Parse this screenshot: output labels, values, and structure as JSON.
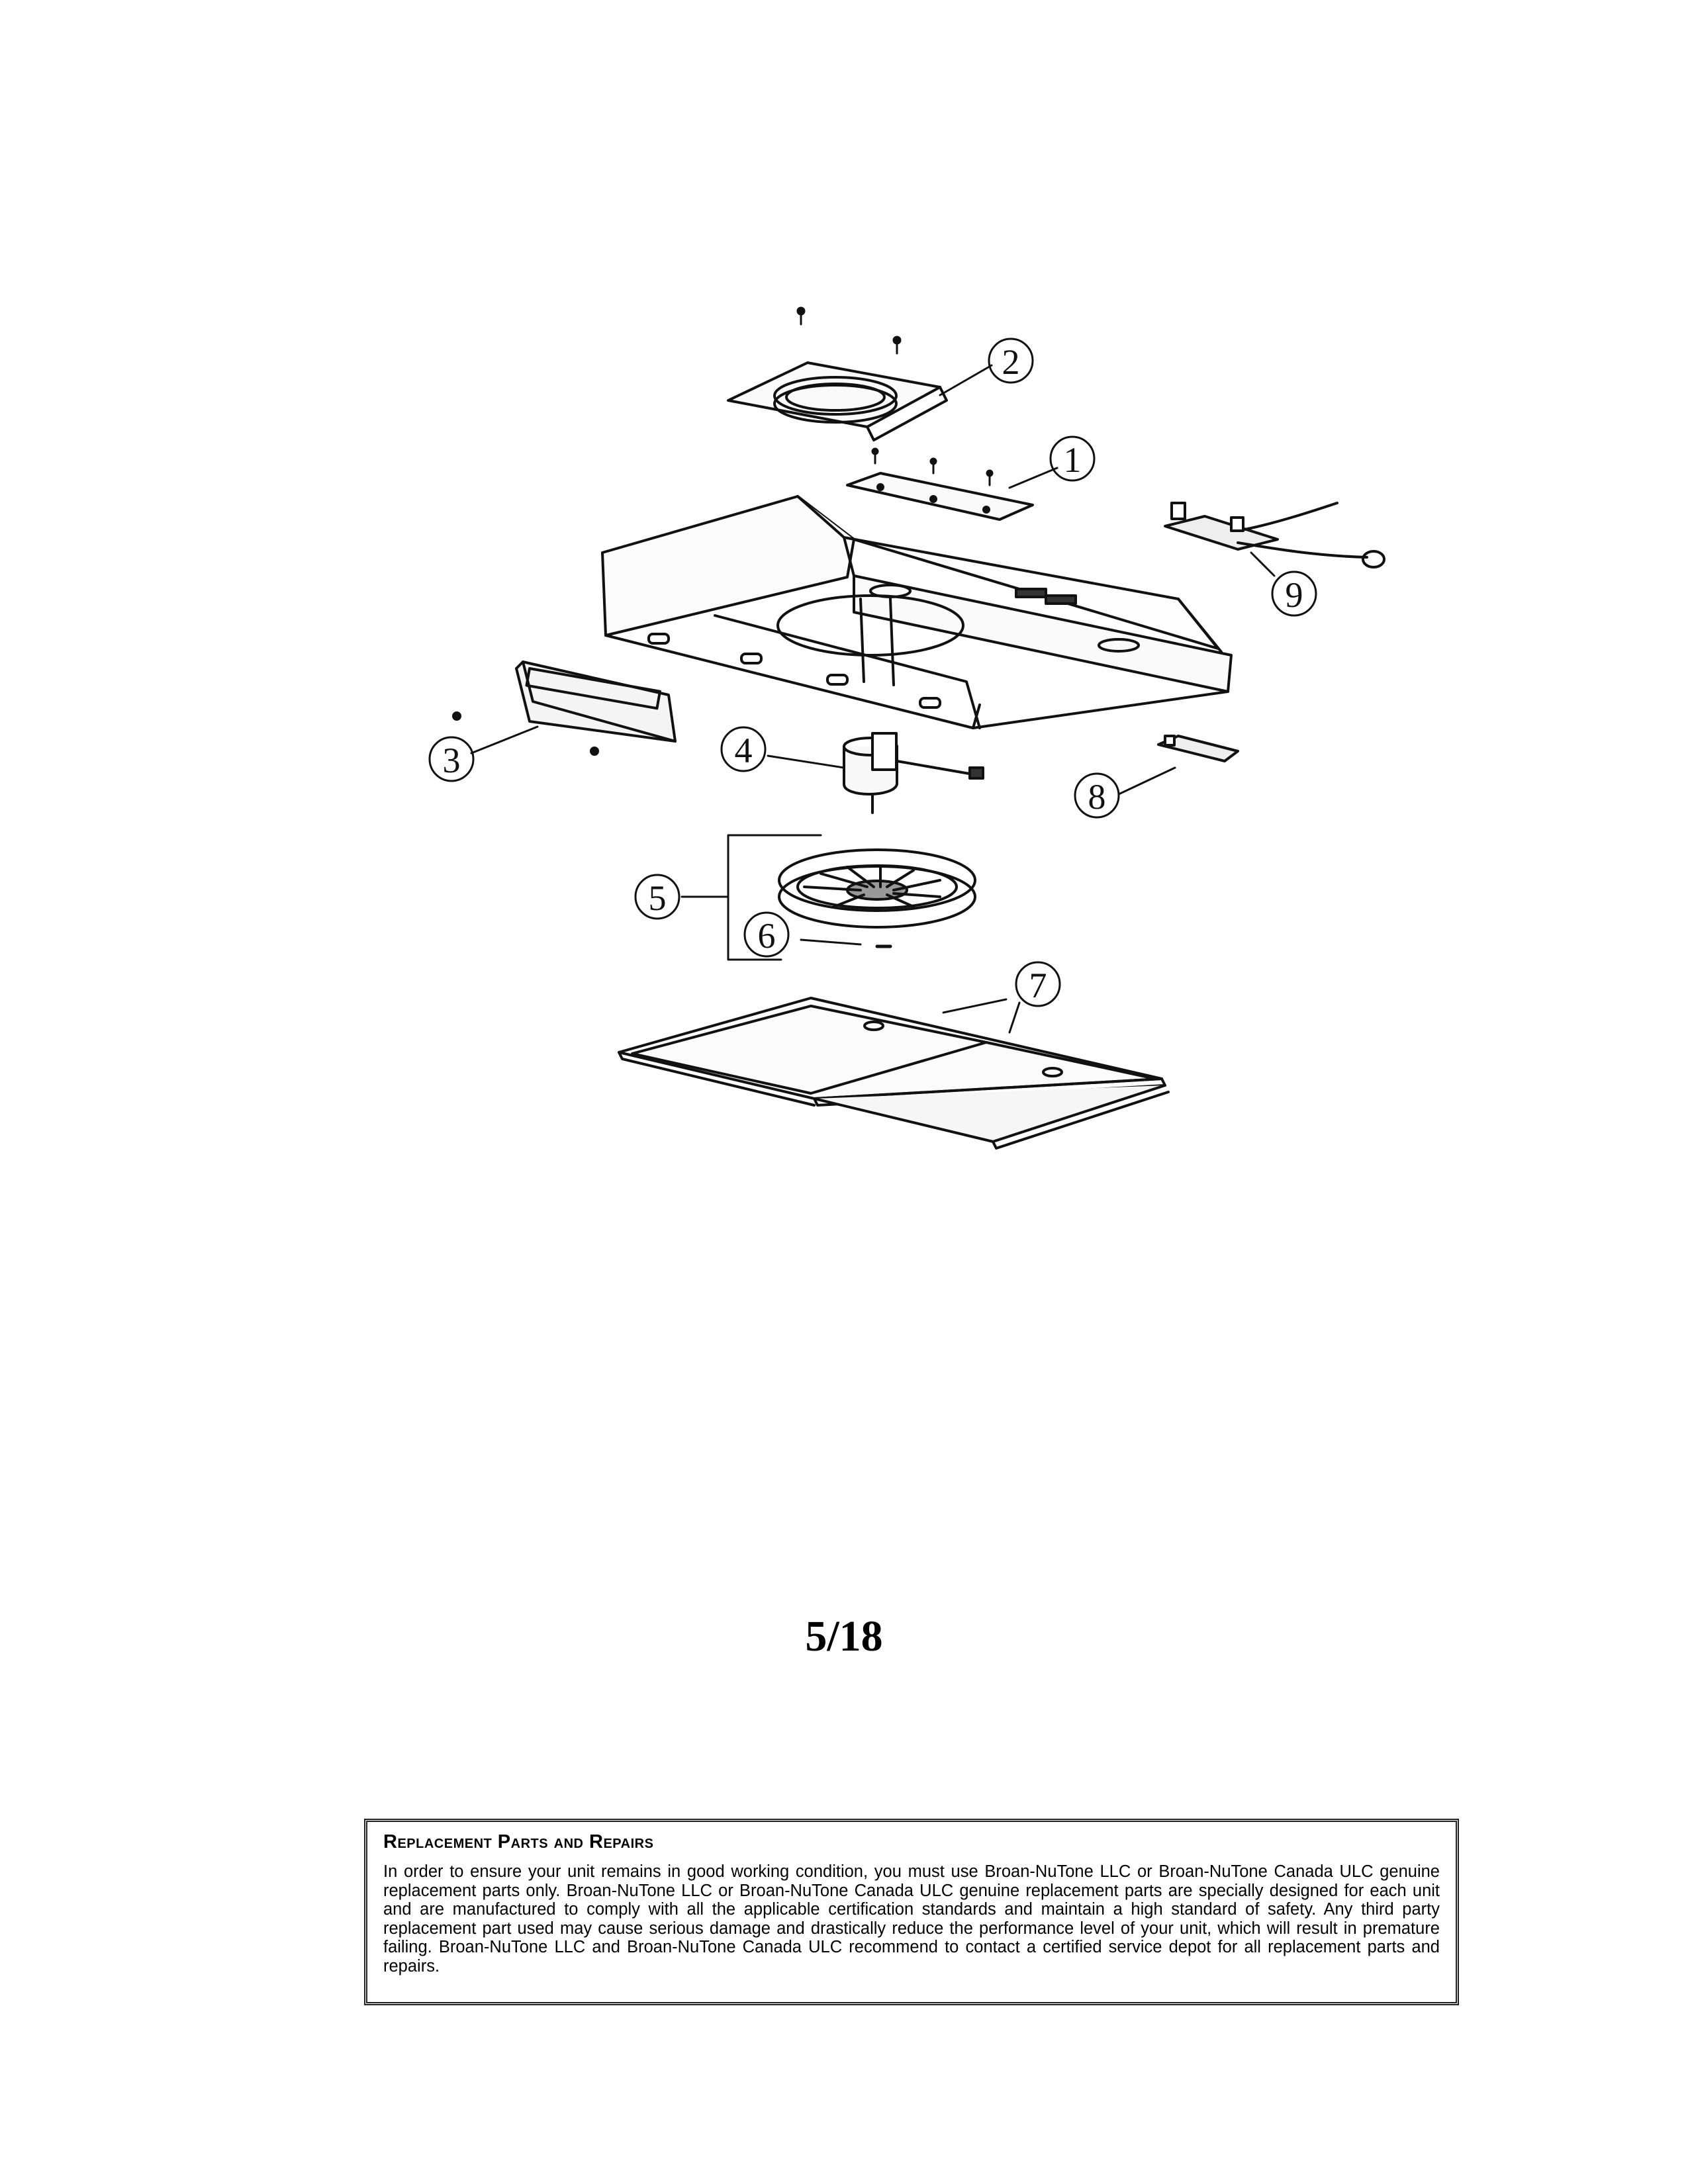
{
  "callouts": [
    "1",
    "2",
    "3",
    "4",
    "5",
    "6",
    "7",
    "8",
    "9"
  ],
  "page_number": "5/18",
  "notice": {
    "title": "Replacement Parts and Repairs",
    "body": "In order to ensure your unit remains in good working condition, you must use Broan-NuTone LLC or Broan-NuTone Canada ULC genuine replacement parts only. Broan-NuTone LLC or Broan-NuTone Canada ULC genuine replacement parts are specially designed for each unit and are manufactured to comply with all the applicable certification standards and maintain a high standard of safety. Any third party replacement part used may cause serious damage and drastically reduce the performance level of your unit, which will result in premature failing. Broan-NuTone LLC and Broan-NuTone Canada ULC recommend to contact a certified service depot for all replacement parts and repairs."
  },
  "colors": {
    "ink": "#111111",
    "paper": "#ffffff",
    "panel_fill": "#f6f6f6"
  }
}
